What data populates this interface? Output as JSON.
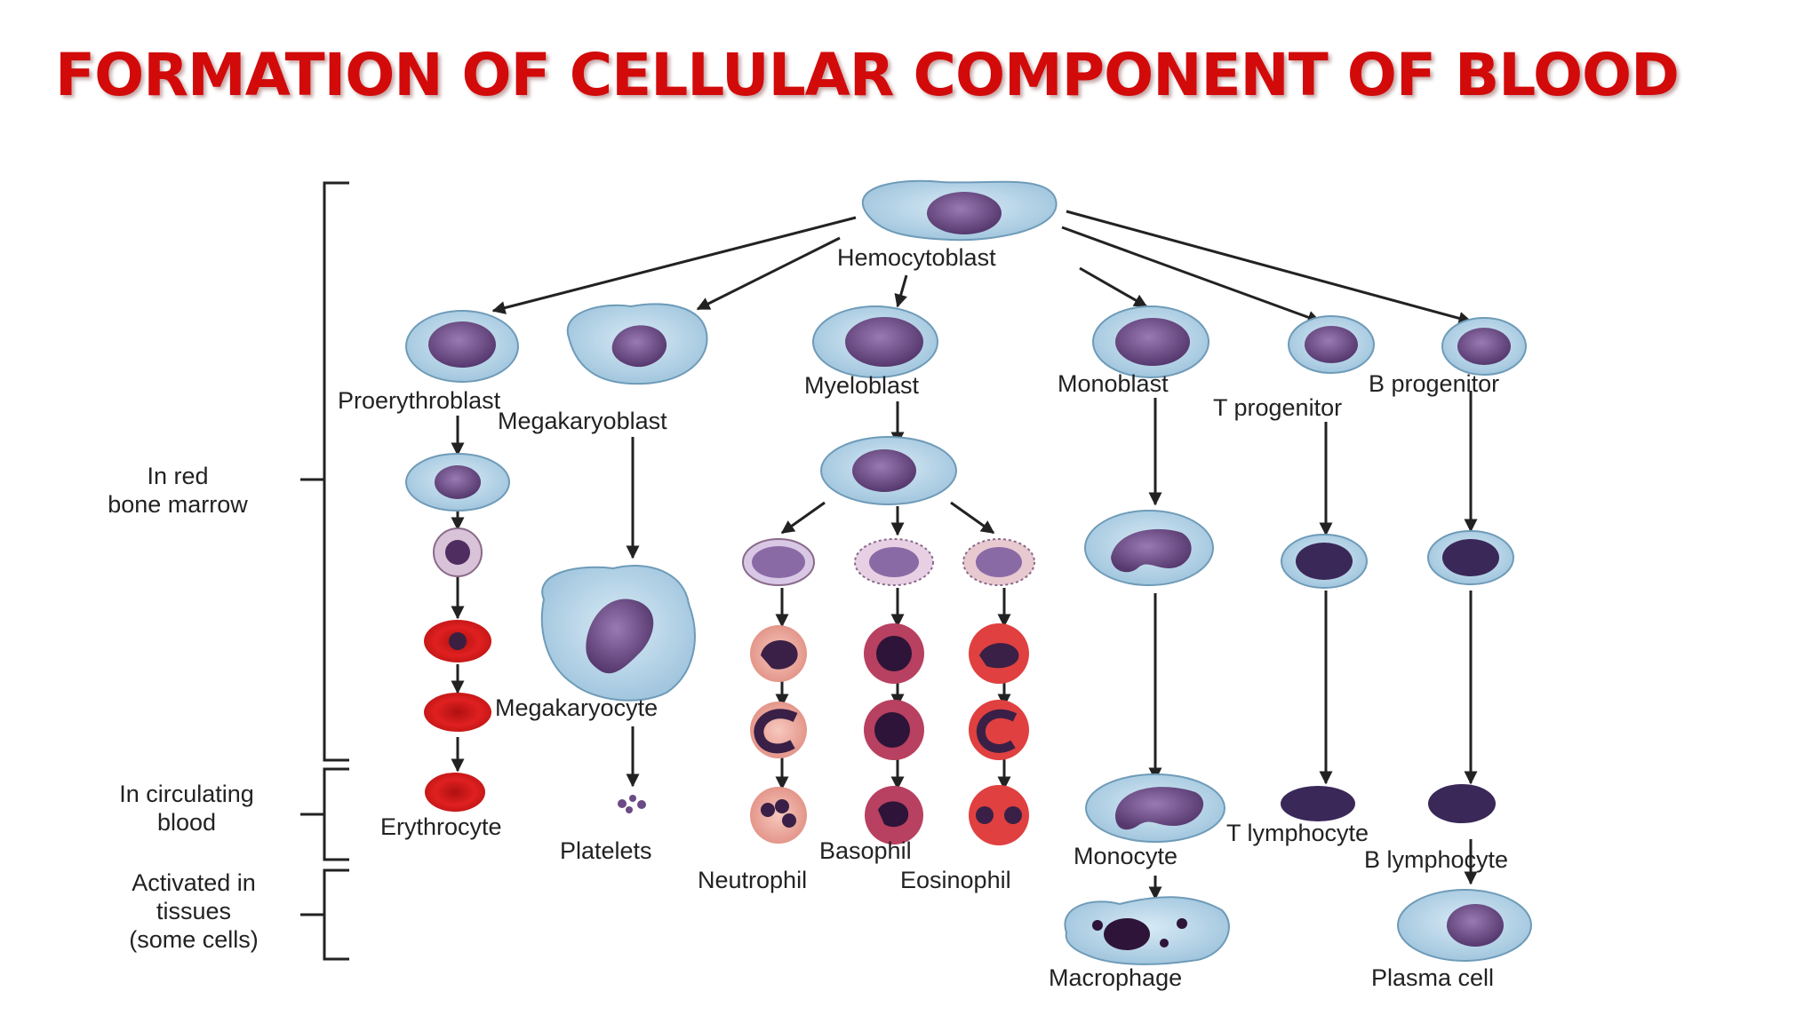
{
  "title": "FORMATION OF CELLULAR COMPONENT OF BLOOD",
  "zones": {
    "marrow": [
      "In red",
      "bone marrow"
    ],
    "blood": [
      "In circulating",
      "blood"
    ],
    "tissues": [
      "Activated in",
      "tissues",
      "(some cells)"
    ]
  },
  "labels": {
    "hemocytoblast": "Hemocytoblast",
    "proerythroblast": "Proerythroblast",
    "megakaryoblast": "Megakaryoblast",
    "myeloblast": "Myeloblast",
    "monoblast": "Monoblast",
    "t_progenitor": "T progenitor",
    "b_progenitor": "B progenitor",
    "megakaryocyte": "Megakaryocyte",
    "erythrocyte": "Erythrocyte",
    "platelets": "Platelets",
    "basophil": "Basophil",
    "neutrophil": "Neutrophil",
    "eosinophil": "Eosinophil",
    "monocyte": "Monocyte",
    "t_lymphocyte": "T lymphocyte",
    "b_lymphocyte": "B lymphocyte",
    "macrophage": "Macrophage",
    "plasma_cell": "Plasma cell"
  },
  "colors": {
    "title": "#d20a0a",
    "cell_cytoplasm": "#a9cce3",
    "cell_nucleus": "#6b4a86",
    "rbc": "#d61f1f",
    "granulocyte_cytoplasm": "#f3b3a8"
  }
}
